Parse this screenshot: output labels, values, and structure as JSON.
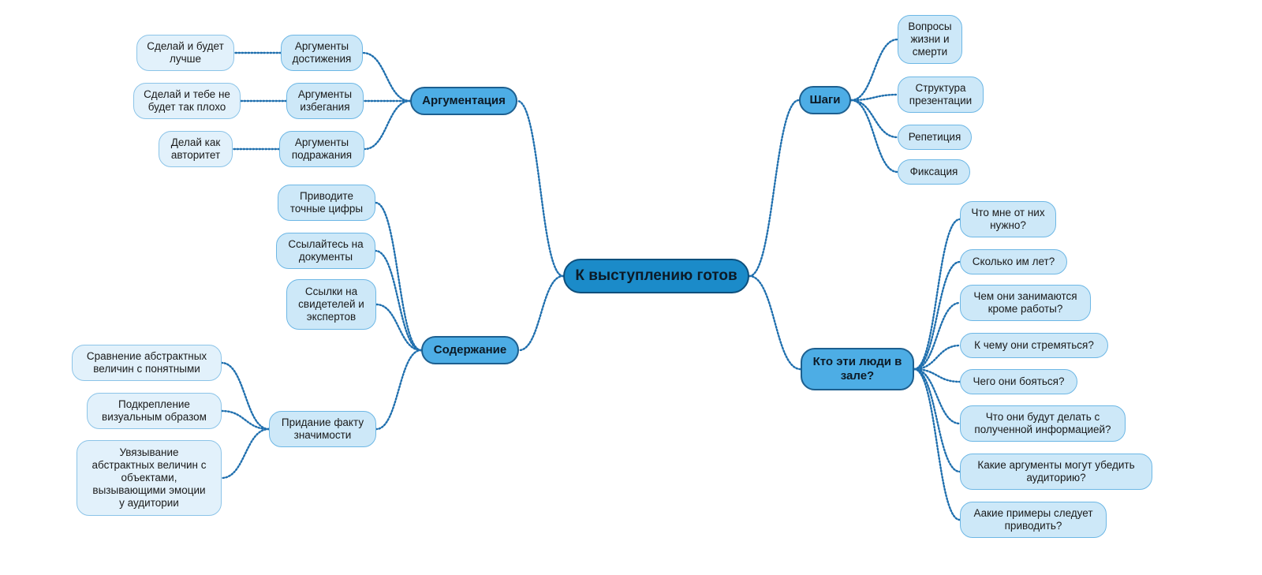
{
  "mindmap": {
    "root": {
      "label": "К выступлению готов"
    },
    "branches": {
      "argumentation": {
        "label": "Аргументация",
        "children": [
          {
            "label": "Аргументы\nдостижения",
            "leaf": "Сделай и будет\nлучше"
          },
          {
            "label": "Аргументы\nизбегания",
            "leaf": "Сделай и тебе не\nбудет так плохо"
          },
          {
            "label": "Аргументы\nподражания",
            "leaf": "Делай как\nавторитет"
          }
        ]
      },
      "content": {
        "label": "Содержание",
        "children": [
          {
            "label": "Приводите\nточные цифры"
          },
          {
            "label": "Ссылайтесь на\nдокументы"
          },
          {
            "label": "Ссылки на\nсвидетелей и\nэкспертов"
          },
          {
            "label": "Придание факту\nзначимости",
            "leaves": [
              "Сравнение абстрактных\nвеличин с понятными",
              "Подкрепление\nвизуальным образом",
              "Увязывание\nабстрактных величин с\nобъектами,\nвызывающими эмоции\nу аудитории"
            ]
          }
        ]
      },
      "steps": {
        "label": "Шаги",
        "children": [
          {
            "label": "Вопросы\nжизни и\nсмерти"
          },
          {
            "label": "Структура\nпрезентации"
          },
          {
            "label": "Репетиция"
          },
          {
            "label": "Фиксация"
          }
        ]
      },
      "audience": {
        "label": "Кто эти люди в\nзале?",
        "children": [
          {
            "label": "Что мне от них\nнужно?"
          },
          {
            "label": "Сколько им лет?"
          },
          {
            "label": "Чем они занимаются\nкроме работы?"
          },
          {
            "label": "К чему они стремяться?"
          },
          {
            "label": "Чего они бояться?"
          },
          {
            "label": "Что они будут делать с\nполученной информацией?"
          },
          {
            "label": "Какие аргументы могут убедить\nаудиторию?"
          },
          {
            "label": "Аакие примеры следует\nприводить?"
          }
        ]
      }
    },
    "colors": {
      "root_fill": "#1b8bc9",
      "main_fill": "#4dade5",
      "sub_fill": "#cde8f8",
      "leaf_fill": "#e2f1fb",
      "connector": "#1f6fae"
    }
  }
}
